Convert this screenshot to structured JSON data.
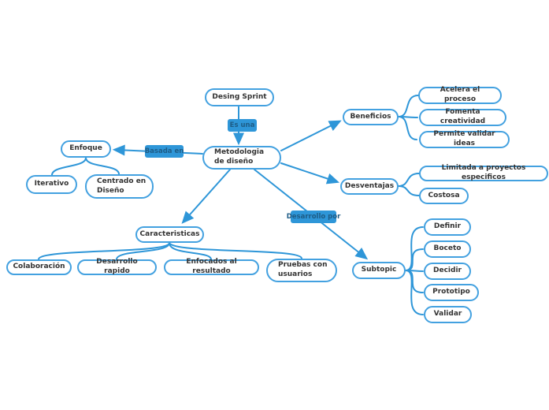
{
  "colors": {
    "connector": "#2e96d8",
    "node_border": "#43a1e0",
    "node_fill": "#ffffff",
    "node_text": "#333333",
    "edge_label_fill": "#2e96d8",
    "edge_label_text": "#1d5c86"
  },
  "mindmap": {
    "root": {
      "label": "Metodologia de diseño"
    },
    "branches": [
      {
        "label": "Desing Sprint",
        "edge_label": "Es una",
        "children": []
      },
      {
        "label": "Enfoque",
        "edge_label": "Basada en",
        "children": [
          {
            "label": "Iterativo"
          },
          {
            "label": "Centrado en Diseño"
          }
        ]
      },
      {
        "label": "Beneficios",
        "children": [
          {
            "label": "Acelera el proceso"
          },
          {
            "label": "Fomenta creatividad"
          },
          {
            "label": "Permite validar ideas"
          }
        ]
      },
      {
        "label": "Desventajas",
        "children": [
          {
            "label": "Limitada a proyectos especificos"
          },
          {
            "label": "Costosa"
          }
        ]
      },
      {
        "label": "Caracteristicas",
        "children": [
          {
            "label": "Colaboración"
          },
          {
            "label": "Desarrollo rapido"
          },
          {
            "label": "Enfocados al resultado"
          },
          {
            "label": "Pruebas con usuarios"
          }
        ]
      },
      {
        "label": "Subtopic",
        "edge_label": "Desarrollo por",
        "children": [
          {
            "label": "Definir"
          },
          {
            "label": "Boceto"
          },
          {
            "label": "Decidir"
          },
          {
            "label": "Prototipo"
          },
          {
            "label": "Validar"
          }
        ]
      }
    ]
  }
}
